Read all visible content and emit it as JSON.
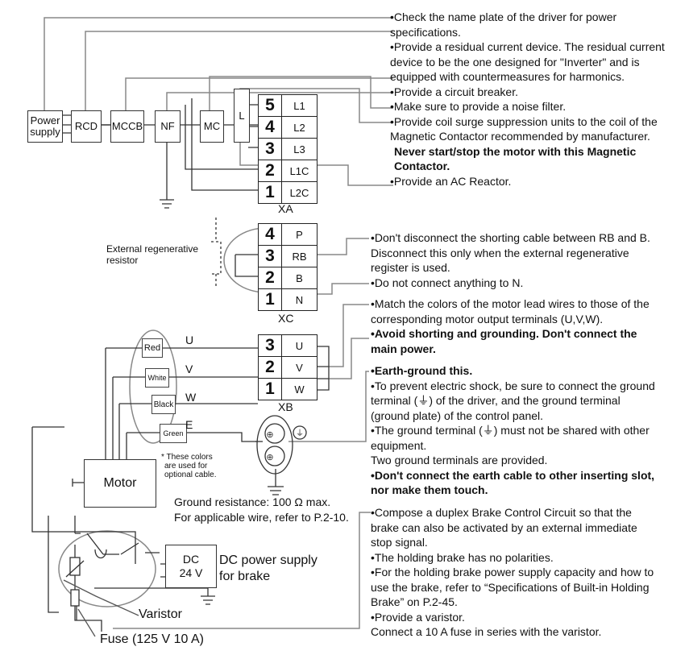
{
  "notes_top": [
    [
      "•Check the name plate of the driver for power",
      " specifications."
    ],
    [
      "•Provide a residual current device. The residual current",
      " device to be the one designed for \"Inverter\" and is",
      " equipped with countermeasures for harmonics."
    ],
    [
      "•Provide a circuit breaker."
    ],
    [
      "•Make sure to provide a noise filter."
    ],
    [
      "•Provide coil surge suppression units to the coil of the",
      " Magnetic Contactor recommended by manufacturer."
    ],
    [
      "Never start/stop the motor with this Magnetic",
      "Contactor."
    ],
    [
      "•Provide an AC Reactor."
    ]
  ],
  "notes_xc": [
    "•Don't disconnect the shorting cable between RB and B.",
    " Disconnect this only when the external regenerative",
    " register is used.",
    "•Do not connect anything to N."
  ],
  "notes_xb": [
    "•Match the colors of the motor lead wires to those of the",
    " corresponding motor output terminals (U,V,W)."
  ],
  "notes_xb_bold": [
    "•Avoid shorting and grounding. Don't connect the",
    " main power."
  ],
  "notes_ground_bold": "•Earth-ground this.",
  "notes_ground": [
    "•To prevent electric shock, be sure to connect the ground",
    " terminal (⏚) of the driver, and the ground terminal",
    " (ground plate) of the control panel.",
    "•The ground terminal (⏚) must not be shared with other",
    " equipment.",
    " Two ground terminals are provided."
  ],
  "notes_ground_bold2": [
    "•Don't connect the earth cable to other inserting slot,",
    " nor make them touch."
  ],
  "notes_brake": [
    "•Compose a duplex Brake Control Circuit so that the",
    " brake can also be activated by an external immediate",
    " stop signal.",
    "•The holding brake has no polarities.",
    "•For the holding brake power supply capacity and how to",
    " use the brake, refer to “Specifications of Built-in Holding",
    " Brake” on P.2-45.",
    "•Provide a varistor.",
    " Connect a 10 A fuse in series with the varistor."
  ],
  "devices": {
    "power": [
      "Power",
      "supply"
    ],
    "rcd": "RCD",
    "mccb": "MCCB",
    "nf": "NF",
    "mc": "MC",
    "l": "L"
  },
  "xa": {
    "label": "XA",
    "rows": [
      [
        "5",
        "L1"
      ],
      [
        "4",
        "L2"
      ],
      [
        "3",
        "L3"
      ],
      [
        "2",
        "L1C"
      ],
      [
        "1",
        "L2C"
      ]
    ]
  },
  "xc": {
    "label": "XC",
    "rows": [
      [
        "4",
        "P"
      ],
      [
        "3",
        "RB"
      ],
      [
        "2",
        "B"
      ],
      [
        "1",
        "N"
      ]
    ]
  },
  "xb": {
    "label": "XB",
    "rows": [
      [
        "3",
        "U"
      ],
      [
        "2",
        "V"
      ],
      [
        "1",
        "W"
      ]
    ]
  },
  "ext_resistor": [
    "External regenerative",
    "resistor"
  ],
  "leads": {
    "red": "Red",
    "white": "White",
    "black": "Black",
    "green": "Green",
    "u": "U",
    "v": "V",
    "w": "W",
    "e": "E"
  },
  "colors_note": [
    "* These colors",
    "are used for",
    "optional cable."
  ],
  "motor": "Motor",
  "ground_res": [
    "Ground resistance: 100 Ω max.",
    "For applicable wire, refer to P.2-10."
  ],
  "dc": {
    "box1": "DC",
    "box2": "24 V",
    "label": [
      "DC power supply",
      "for brake"
    ]
  },
  "varistor": "Varistor",
  "fuse": "Fuse (125 V 10 A)"
}
